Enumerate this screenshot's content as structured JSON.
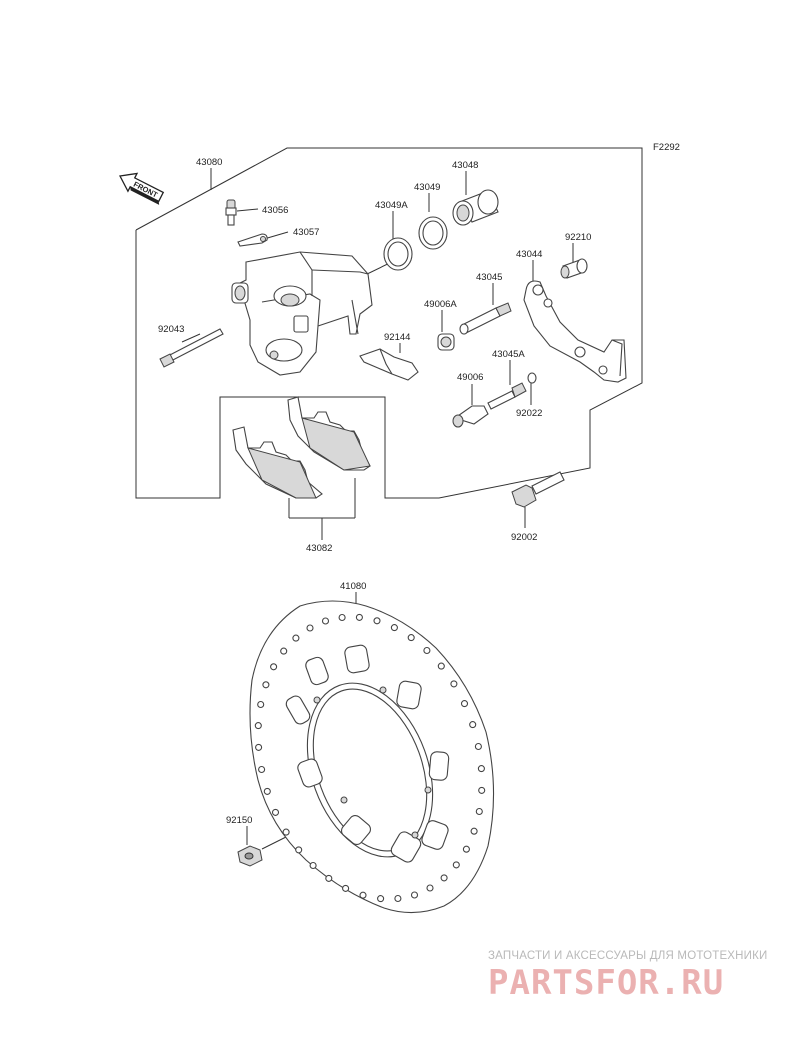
{
  "diagram": {
    "code": "F2292",
    "front_label": "FRONT",
    "parts": {
      "caliper_assy": "43080",
      "bleeder_valve": "43056",
      "bleeder_cap": "43057",
      "seal_a": "43049A",
      "seal": "43049",
      "piston": "43048",
      "collar": "92210",
      "holder": "43044",
      "pin": "43045",
      "boot_a": "49006A",
      "spring": "92144",
      "pin_a": "43045A",
      "boot": "49006",
      "circlip": "92022",
      "pin_bolt": "92043",
      "pads": "43082",
      "bolt": "92002",
      "disc": "41080",
      "disc_bolt": "92150"
    }
  },
  "watermark": {
    "tagline": "ЗАПЧАСТИ И АКСЕССУАРЫ ДЛЯ МОТОТЕХНИКИ",
    "logo": "PARTSFOR.RU"
  }
}
